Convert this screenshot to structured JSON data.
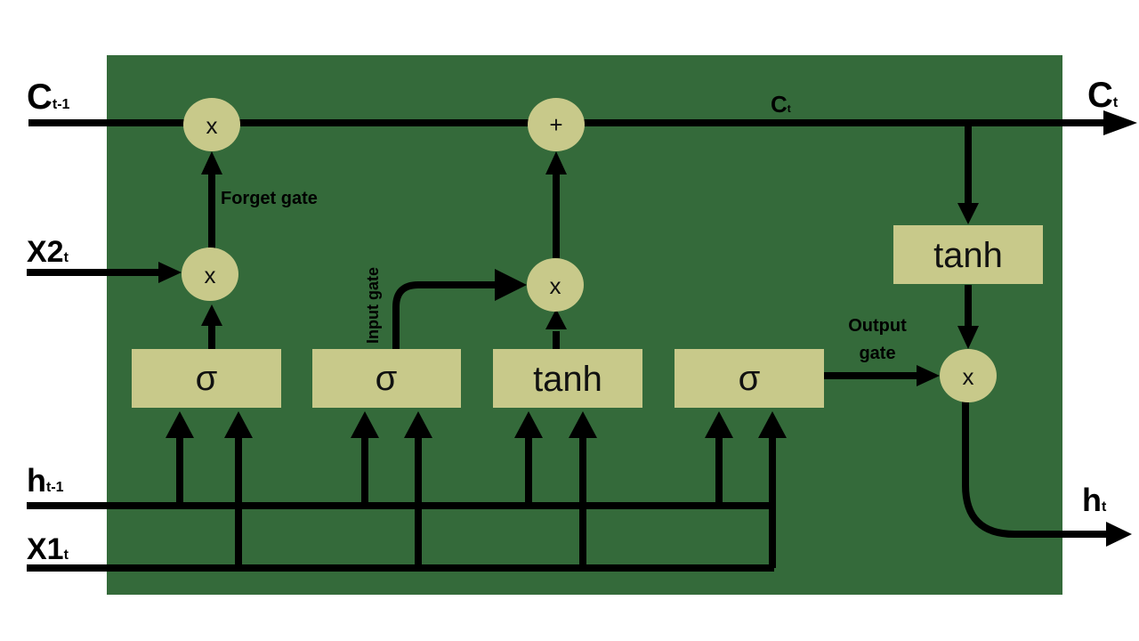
{
  "colors": {
    "background": "#346a3a",
    "box": "#c8c98a",
    "line": "#000000"
  },
  "labels": {
    "c_prev_main": "C",
    "c_prev_sub": "t-1",
    "c_out_main": "C",
    "c_out_sub": "t",
    "c_mid_main": "C",
    "c_mid_sub": "t",
    "x2_main": "X2",
    "x2_sub": "t",
    "h_prev_main": "h",
    "h_prev_sub": "t-1",
    "x1_main": "X1",
    "x1_sub": "t",
    "h_out_main": "h",
    "h_out_sub": "t",
    "forget_gate": "Forget gate",
    "input_gate": "Input gate",
    "output_gate_line1": "Output",
    "output_gate_line2": "gate"
  },
  "boxes": {
    "sigma_forget": "σ",
    "sigma_input": "σ",
    "tanh_candidate": "tanh",
    "sigma_output": "σ",
    "tanh_cell": "tanh"
  },
  "operators": {
    "mult_forget_top": "x",
    "mult_x2": "x",
    "plus_cell": "+",
    "mult_input": "x",
    "mult_output": "x"
  }
}
